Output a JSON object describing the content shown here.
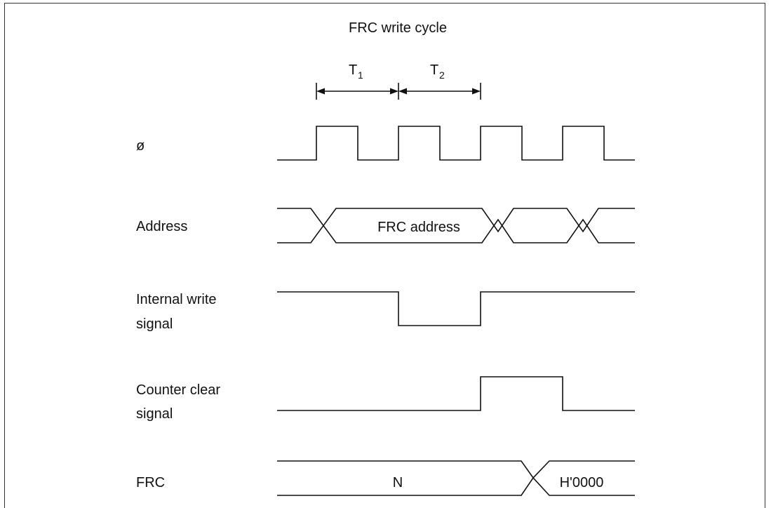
{
  "title": "FRC write cycle",
  "periods": [
    {
      "main": "T",
      "sub": "1"
    },
    {
      "main": "T",
      "sub": "2"
    }
  ],
  "signals": {
    "phi": {
      "label": "ø"
    },
    "address": {
      "label": "Address",
      "value": "FRC address"
    },
    "internal_write": {
      "label_line1": "Internal write",
      "label_line2": "signal"
    },
    "counter_clear": {
      "label_line1": "Counter clear",
      "label_line2": "signal"
    },
    "frc": {
      "label": "FRC",
      "value_before": "N",
      "value_after": "H'0000"
    }
  }
}
